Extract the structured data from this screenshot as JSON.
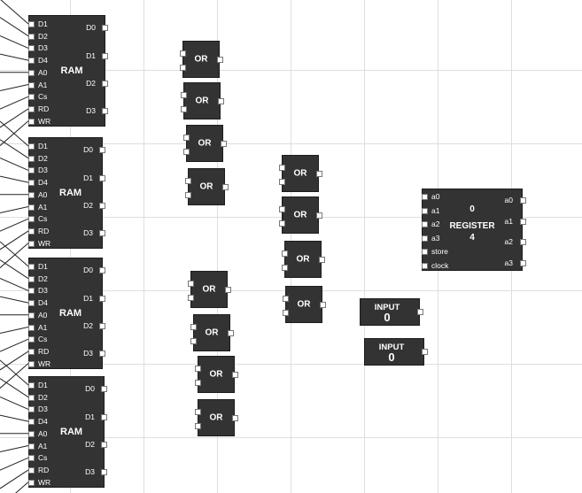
{
  "ram_chips": [
    {
      "title": "RAM",
      "inputs": [
        "D1",
        "D2",
        "D3",
        "D4",
        "A0",
        "A1",
        "Cs",
        "RD",
        "WR"
      ],
      "outputs": [
        "D0",
        "D1",
        "D2",
        "D3"
      ]
    },
    {
      "title": "RAM",
      "inputs": [
        "D1",
        "D2",
        "D3",
        "D4",
        "A0",
        "A1",
        "Cs",
        "RD",
        "WR"
      ],
      "outputs": [
        "D0",
        "D1",
        "D2",
        "D3"
      ]
    },
    {
      "title": "RAM",
      "inputs": [
        "D1",
        "D2",
        "D3",
        "D4",
        "A0",
        "A1",
        "Cs",
        "RD",
        "WR"
      ],
      "outputs": [
        "D0",
        "D1",
        "D2",
        "D3"
      ]
    },
    {
      "title": "RAM",
      "inputs": [
        "D1",
        "D2",
        "D3",
        "D4",
        "A0",
        "A1",
        "Cs",
        "RD",
        "WR"
      ],
      "outputs": [
        "D0",
        "D1",
        "D2",
        "D3"
      ]
    }
  ],
  "or_gates": [
    {
      "label": "OR"
    },
    {
      "label": "OR"
    },
    {
      "label": "OR"
    },
    {
      "label": "OR"
    },
    {
      "label": "OR"
    },
    {
      "label": "OR"
    },
    {
      "label": "OR"
    },
    {
      "label": "OR"
    },
    {
      "label": "OR"
    },
    {
      "label": "OR"
    },
    {
      "label": "OR"
    },
    {
      "label": "OR"
    }
  ],
  "input_blocks": [
    {
      "title": "INPUT",
      "value": "0"
    },
    {
      "title": "INPUT",
      "value": "0"
    }
  ],
  "register": {
    "title": "REGISTER",
    "top_value": "0",
    "bottom_value": "4",
    "inputs": [
      "a0",
      "a1",
      "a2",
      "a3",
      "store",
      "clock"
    ],
    "outputs": [
      "a0",
      "a1",
      "a2",
      "a3"
    ]
  }
}
